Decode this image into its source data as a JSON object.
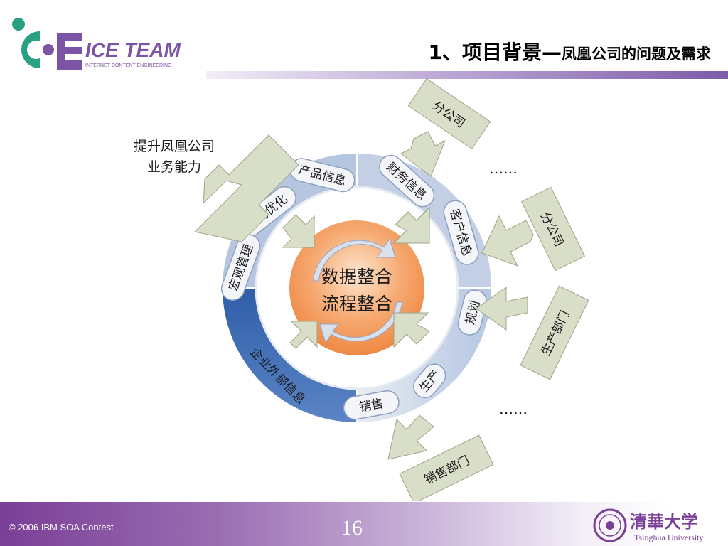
{
  "logo": {
    "brand": "ICE TEAM",
    "tagline": "INTERNET CONTENT ENGINEERING"
  },
  "header": {
    "title_main": "1、项目背景—",
    "title_sub": "凤凰公司的问题及需求"
  },
  "diagram": {
    "center_line1": "数据整合",
    "center_line2": "流程整合",
    "outer_label_line1": "提升凤凰公司",
    "outer_label_line2": "业务能力",
    "ring_labels": [
      "产品信息",
      "财务信息",
      "客户信息",
      "规划",
      "生产",
      "销售",
      "全局优化",
      "宏观管理",
      "企业外部信息"
    ],
    "sources": [
      "分公司",
      "分公司",
      "生产部门",
      "销售部门"
    ],
    "ellipsis_1": "……",
    "ellipsis_2": "……"
  },
  "footer": {
    "copyright": "© 2006 IBM SOA Contest",
    "page_number": "16",
    "university": "Tsinghua University",
    "university_cn": "清華大学"
  }
}
